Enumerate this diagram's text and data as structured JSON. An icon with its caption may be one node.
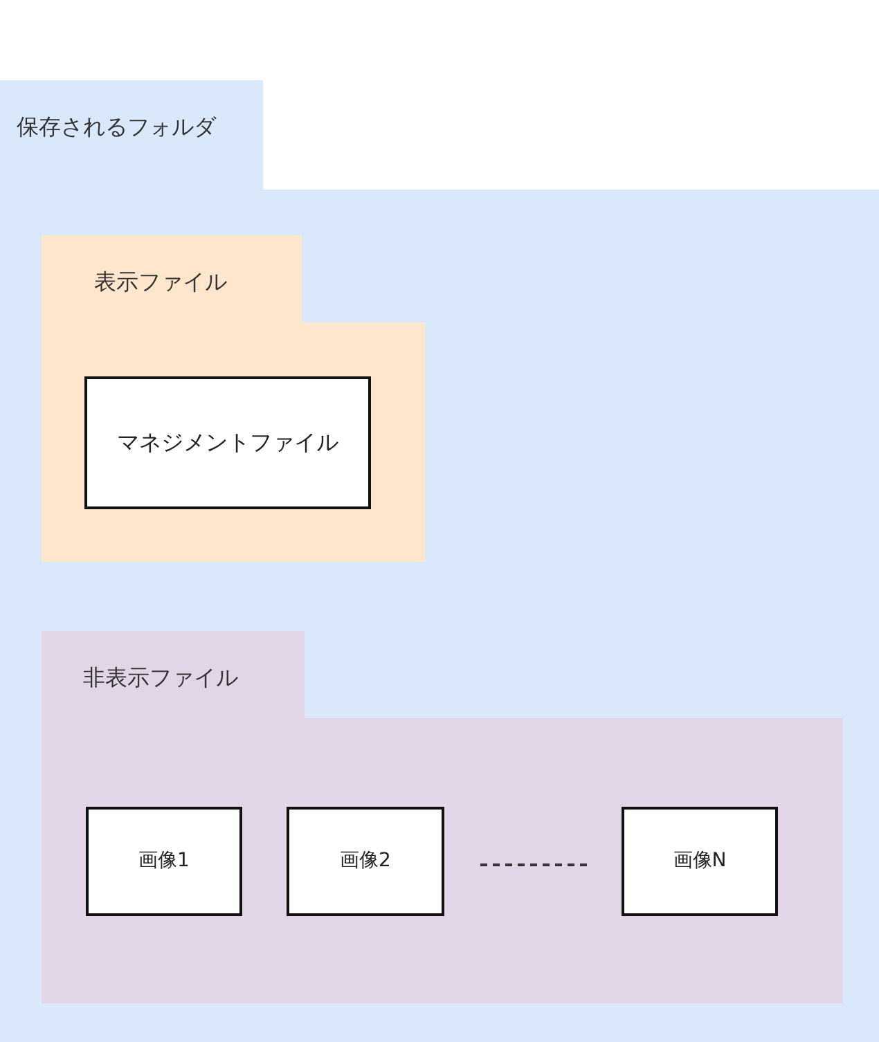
{
  "diagram": {
    "nodes": [
      {
        "text": [
          "保存されるフォルダ"
        ]
      },
      {
        "text": [
          "表示ファイル"
        ],
        "in": 0
      },
      {
        "text": [
          "マネジメントファイル"
        ],
        "in": 1
      },
      {
        "text": [
          "非表示ファイル"
        ],
        "in": 0
      },
      {
        "text": [
          "画像1"
        ],
        "in": 3
      },
      {
        "text": [
          "画像2"
        ],
        "in": 3
      },
      {
        "text": [
          "画像N"
        ],
        "in": 3
      }
    ]
  }
}
